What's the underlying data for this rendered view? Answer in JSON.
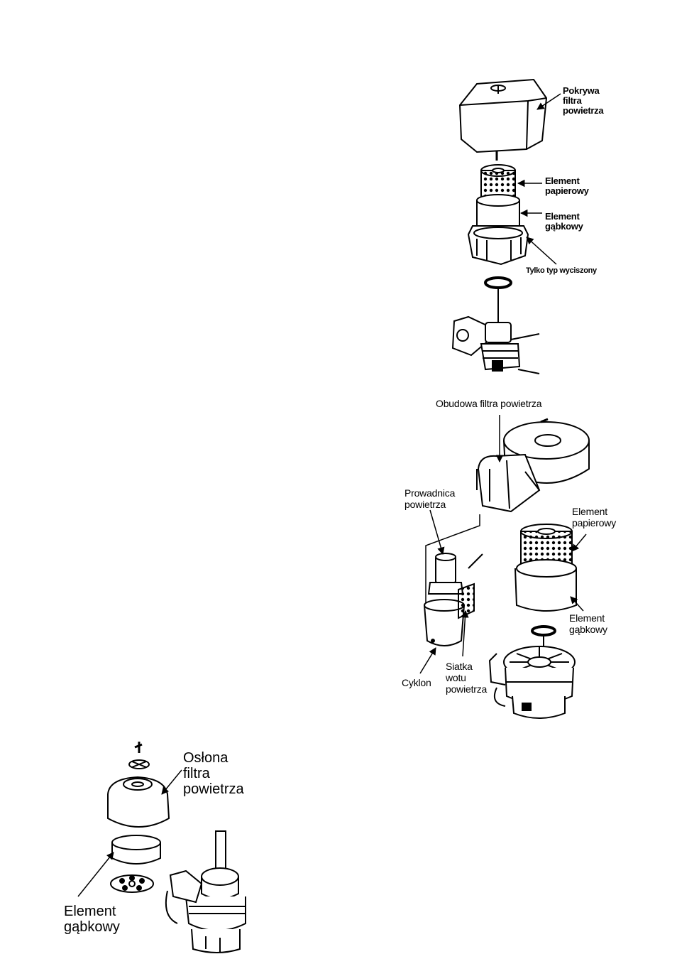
{
  "diagram_top": {
    "labels": {
      "cover": "Pokrywa\nfiltra\npowietrza",
      "paper_element": "Element\npapierowy",
      "foam_element": "Element\ngąbkowy",
      "silenced_only": "Tylko typ wyciszony"
    }
  },
  "diagram_middle": {
    "labels": {
      "housing": "Obudowa filtra powietrza",
      "air_guide": "Prowadnica\npowietrza",
      "paper_element": "Element\npapierowy",
      "foam_element": "Element\ngąbkowy",
      "cyclone": "Cyklon",
      "intake_screen": "Siatka\nwotu\npowietrza"
    }
  },
  "diagram_bottom": {
    "labels": {
      "cover": "Osłona\nfiltra\npowietrza",
      "foam_element": "Element\ngąbkowy"
    }
  }
}
